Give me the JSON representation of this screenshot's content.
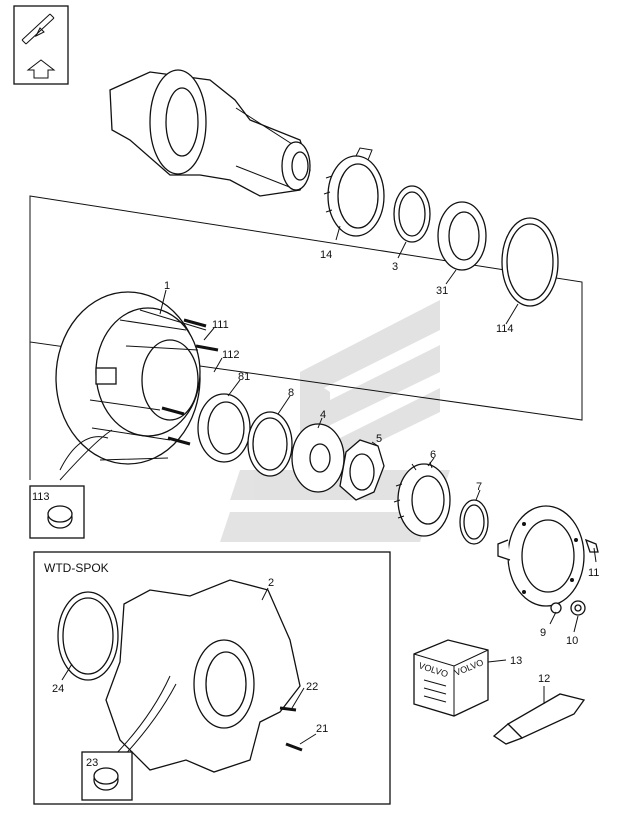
{
  "labels": {
    "p14": "14",
    "p3": "3",
    "p31": "31",
    "p114": "114",
    "p1": "1",
    "p111": "111",
    "p112": "112",
    "p81": "81",
    "p8": "8",
    "p4": "4",
    "p5": "5",
    "p6": "6",
    "p7": "7",
    "p11": "11",
    "p9": "9",
    "p10": "10",
    "p113": "113",
    "p13": "13",
    "p12": "12",
    "p2": "2",
    "p24": "24",
    "p22": "22",
    "p21": "21",
    "p23": "23"
  },
  "inset": {
    "title": "WTD-SPOK"
  },
  "box": {
    "brand_left": "VOLVO",
    "brand_right": "VOLVO"
  },
  "icons": {
    "nav": "arrow-up-icon",
    "watermark": "volvo-watermark-logo"
  }
}
